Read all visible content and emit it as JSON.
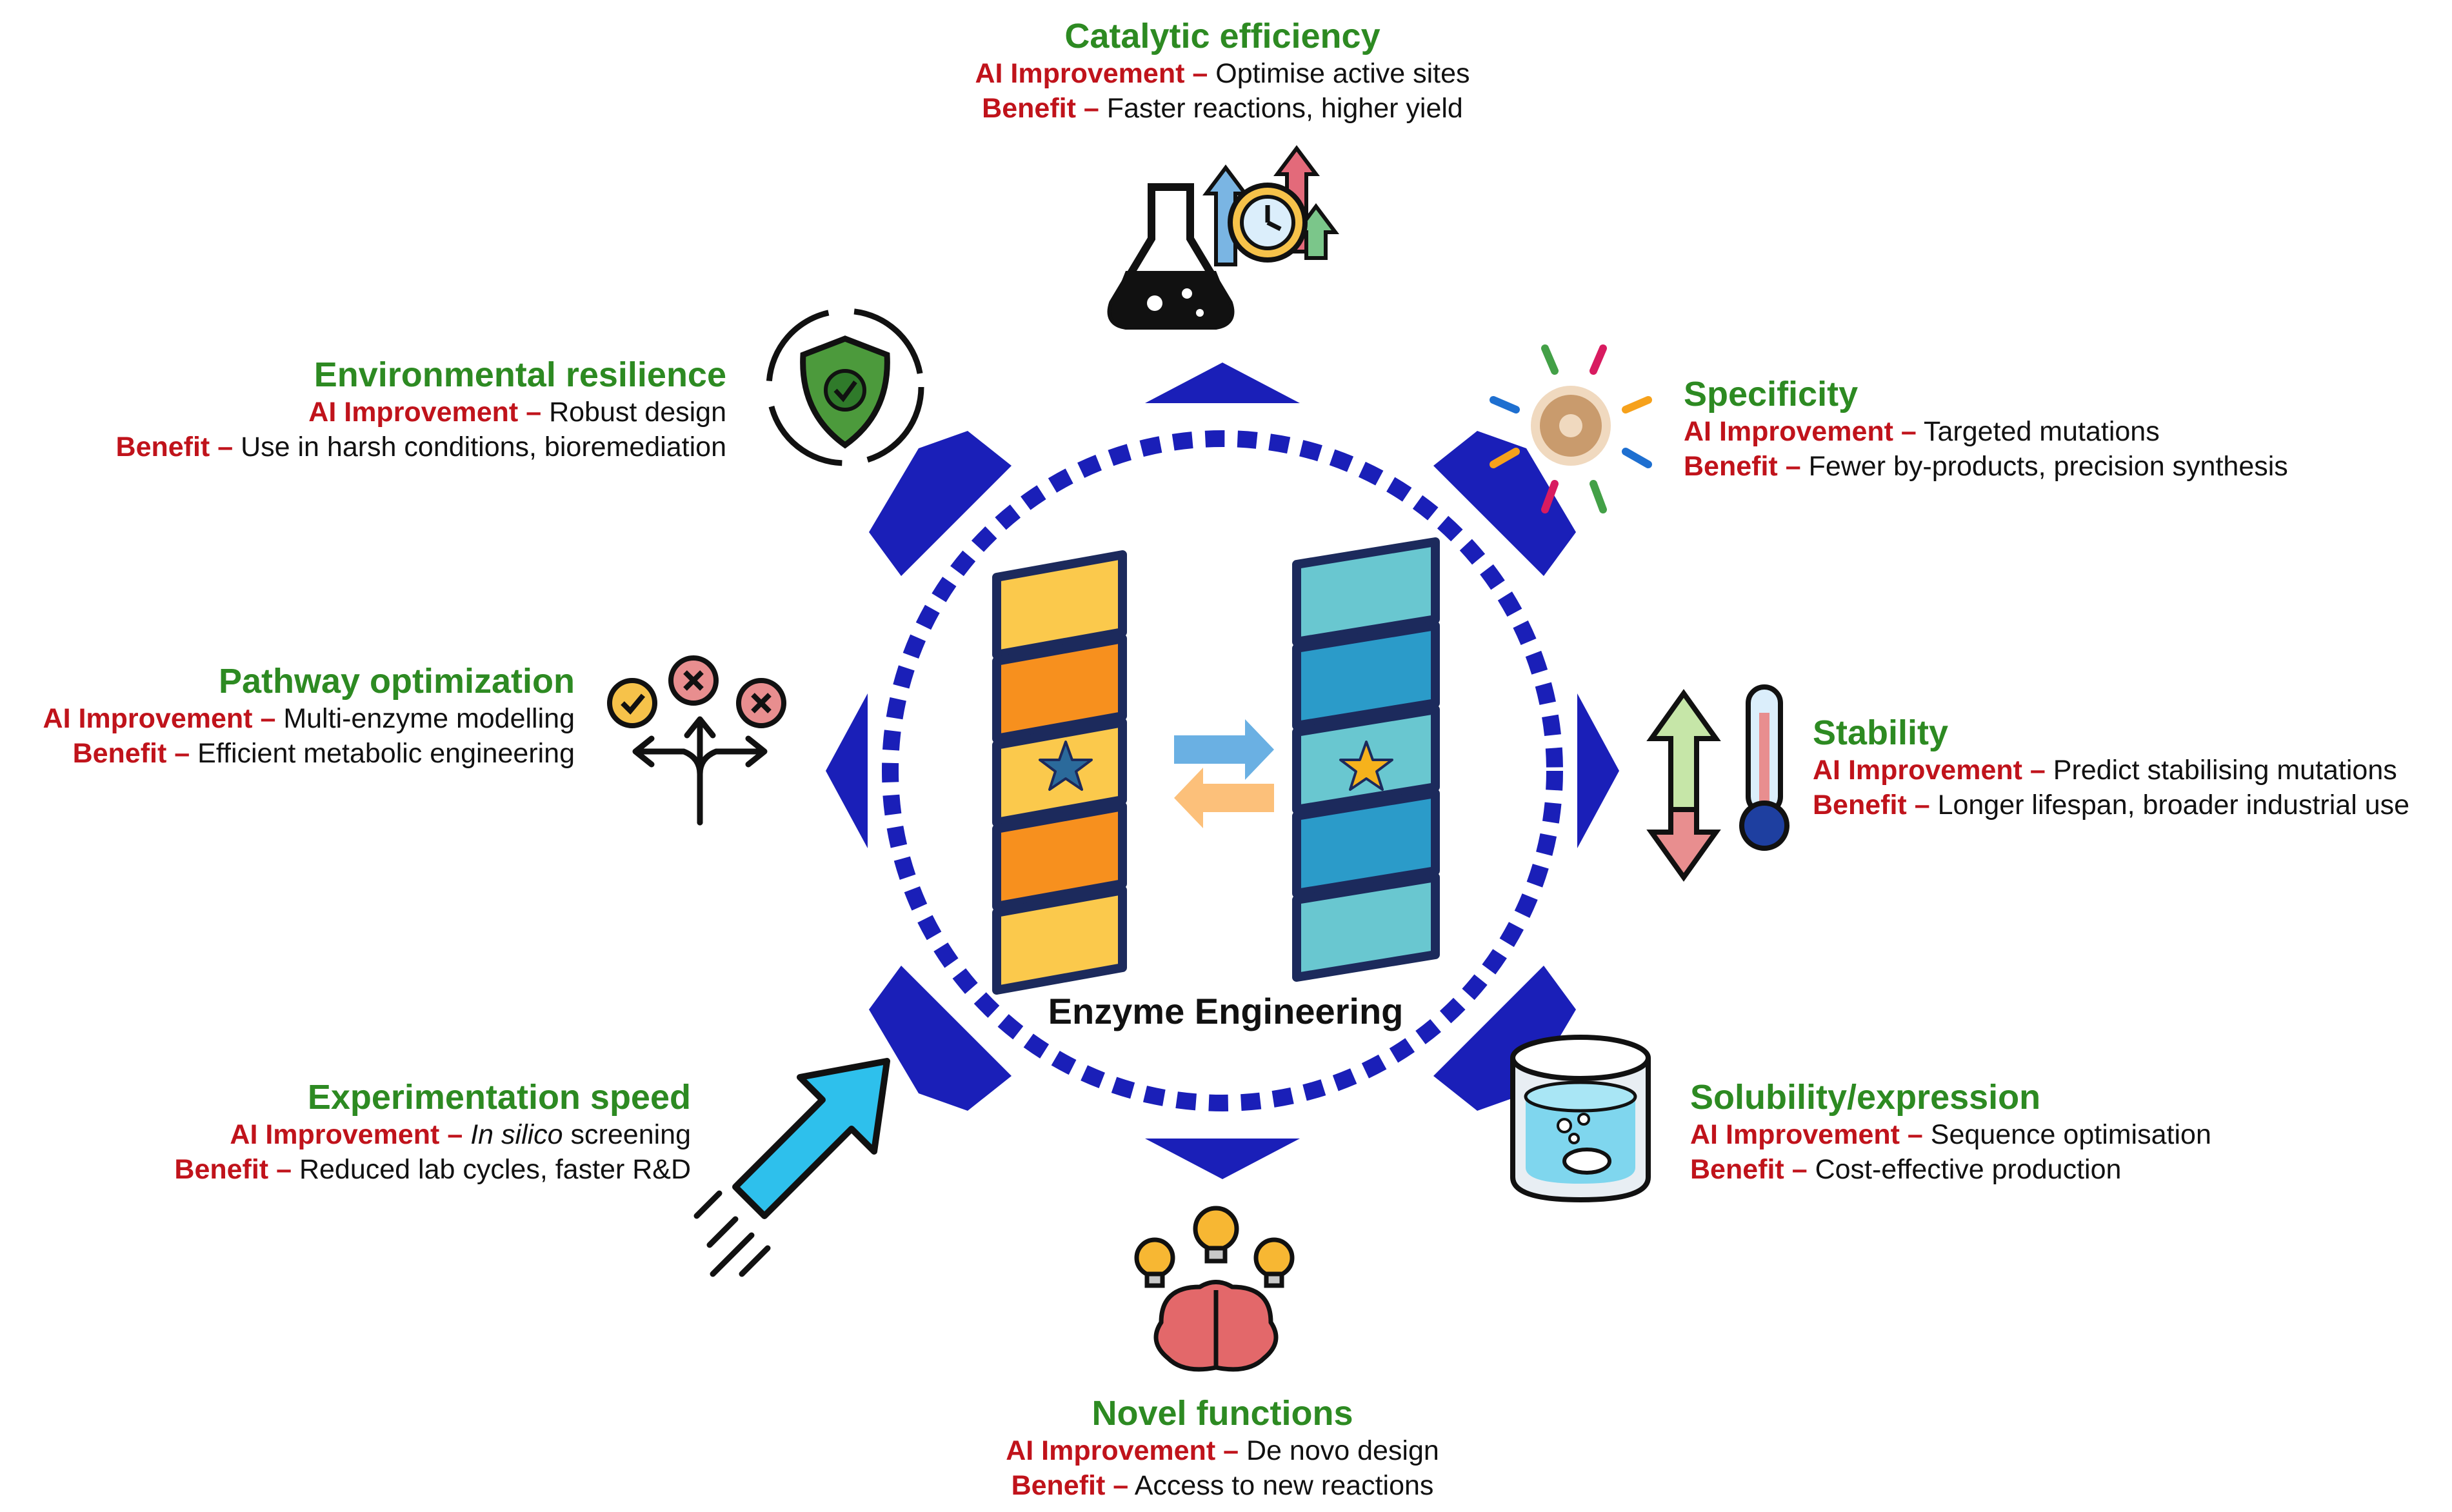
{
  "center": {
    "label": "Enzyme Engineering"
  },
  "colors": {
    "ring": "#1a1fb8",
    "title_green": "#2d8a22",
    "label_red": "#c0131b",
    "helix_left_light": "#fbc94c",
    "helix_left_dark": "#f7901e",
    "helix_right_light": "#69c7d0",
    "helix_right_dark": "#2b9bc9"
  },
  "features": [
    {
      "id": "catalytic",
      "title": "Catalytic efficiency",
      "ai_label": "AI Improvement",
      "ai_text": "Optimise active sites",
      "benefit_label": "Benefit",
      "benefit_text": "Faster reactions, higher yield",
      "icon": "flask-clock-arrows-icon"
    },
    {
      "id": "specificity",
      "title": "Specificity",
      "ai_label": "AI Improvement",
      "ai_text": "Targeted mutations",
      "benefit_label": "Benefit",
      "benefit_text": "Fewer by-products, precision synthesis",
      "icon": "target-arrows-icon"
    },
    {
      "id": "stability",
      "title": "Stability",
      "ai_label": "AI Improvement",
      "ai_text": "Predict stabilising mutations",
      "benefit_label": "Benefit",
      "benefit_text": "Longer lifespan, broader industrial use",
      "icon": "thermometer-arrows-icon"
    },
    {
      "id": "solubility",
      "title": "Solubility/expression",
      "ai_label": "AI Improvement",
      "ai_text": "Sequence optimisation",
      "benefit_label": "Benefit",
      "benefit_text": "Cost-effective production",
      "icon": "dissolving-tablet-icon"
    },
    {
      "id": "novel",
      "title": "Novel functions",
      "ai_label": "AI Improvement",
      "ai_text": "De novo design",
      "benefit_label": "Benefit",
      "benefit_text": "Access to new reactions",
      "icon": "brain-lightbulbs-icon"
    },
    {
      "id": "speed",
      "title": "Experimentation speed",
      "ai_label": "AI Improvement",
      "ai_text_italic": "In silico",
      "ai_text": " screening",
      "benefit_label": "Benefit",
      "benefit_text": "Reduced lab cycles, faster R&D",
      "icon": "rocket-arrow-icon"
    },
    {
      "id": "pathway",
      "title": "Pathway optimization",
      "ai_label": "AI Improvement",
      "ai_text": "Multi-enzyme modelling",
      "benefit_label": "Benefit",
      "benefit_text": "Efficient metabolic engineering",
      "icon": "branching-paths-icon"
    },
    {
      "id": "environmental",
      "title": "Environmental resilience",
      "ai_label": "AI Improvement",
      "ai_text": "Robust design",
      "benefit_label": "Benefit",
      "benefit_text": "Use in harsh conditions, bioremediation",
      "icon": "shield-check-cycle-icon"
    }
  ],
  "separator": "–"
}
